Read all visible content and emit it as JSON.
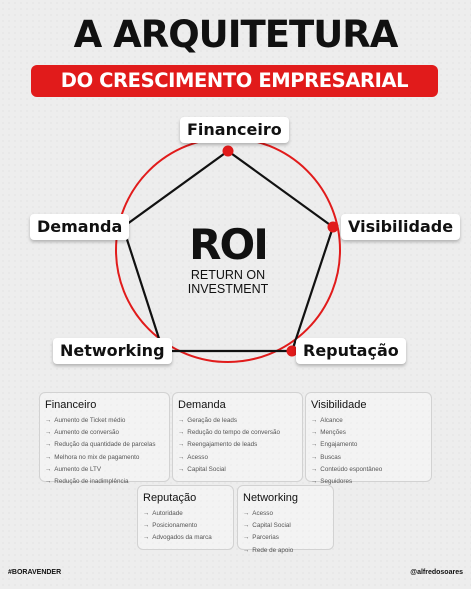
{
  "header": {
    "title": "A ARQUITETURA",
    "subtitle": "DO CRESCIMENTO EMPRESARIAL"
  },
  "diagram": {
    "center_title": "ROI",
    "center_subtitle_line1": "RETURN ON",
    "center_subtitle_line2": "INVESTMENT",
    "nodes": [
      {
        "label": "Financeiro"
      },
      {
        "label": "Visibilidade"
      },
      {
        "label": "Reputação"
      },
      {
        "label": "Networking"
      },
      {
        "label": "Demanda"
      }
    ],
    "colors": {
      "accent": "#e11b1b",
      "line": "#111111",
      "background": "#ededed"
    }
  },
  "cards": [
    {
      "title": "Financeiro",
      "items": [
        "Aumento de Ticket médio",
        "Aumento de conversão",
        "Redução da quantidade de parcelas",
        "Melhora no mix de pagamento",
        "Aumento de LTV",
        "Redução de inadimplência"
      ]
    },
    {
      "title": "Demanda",
      "items": [
        "Geração de leads",
        "Redução do tempo de conversão",
        "Reengajamento de leads",
        "Acesso",
        "Capital Social"
      ]
    },
    {
      "title": "Visibilidade",
      "items": [
        "Alcance",
        "Menções",
        "Engajamento",
        "Buscas",
        "Conteúdo espontâneo",
        "Seguidores"
      ]
    },
    {
      "title": "Reputação",
      "items": [
        "Autoridade",
        "Posicionamento",
        "Advogados da marca"
      ]
    },
    {
      "title": "Networking",
      "items": [
        "Acesso",
        "Capital Social",
        "Parcerias",
        "Rede de apoio"
      ]
    }
  ],
  "footer": {
    "hashtag": "#BORAVENDER",
    "handle": "@alfredosoares"
  },
  "bullet_glyph": "→"
}
